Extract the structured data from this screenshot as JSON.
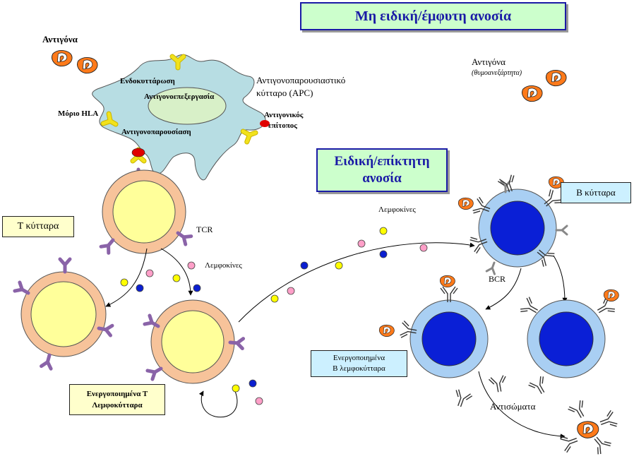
{
  "titles": {
    "innate": "Μη ειδική/έμφυτη ανοσία",
    "adaptive_line1": "Ειδική/επίκτητη",
    "adaptive_line2": "ανοσία"
  },
  "labels": {
    "antigens_left": "Αντιγόνα",
    "antigens_right": "Αντιγόνα",
    "antigens_right_sub": "(θυμοανεξάρτητα)",
    "endocytosis": "Ενδοκυττάρωση",
    "antigen_processing": "Αντιγονοεπεξεργασία",
    "hla": "Μόριο HLA",
    "antigen_presentation": "Αντιγονοπαρουσίαση",
    "apc_line1": "Αντιγονοπαρουσιαστικό",
    "apc_line2": "κύτταρο (APC)",
    "epitope_line1": "Αντιγονικός",
    "epitope_line2": "επίτοπος",
    "t_cells": "Τ κύτταρα",
    "tcr": "TCR",
    "lymphokines_left": "Λεμφοκίνες",
    "lymphokines_right": "Λεμφοκίνες",
    "activated_t_line1": "Ενεργοποιημένα Τ",
    "activated_t_line2": "Λεμφοκύτταρα",
    "b_cells": "Β κύτταρα",
    "bcr": "BCR",
    "activated_b_line1": "Ενεργοποιημένα",
    "activated_b_line2": "Β λεμφοκύτταρα",
    "antibodies": "Αντισώματα"
  },
  "colors": {
    "title_bg": "#ccffcc",
    "title_text": "#1a1aa6",
    "label_box_bg": "#ffffcc",
    "b_label_box_bg": "#ccf0ff",
    "apc_fill": "#b7dde3",
    "apc_nucleus": "#d8f0c8",
    "t_membrane": "#f7c39a",
    "t_nucleus": "#ffff9a",
    "b_membrane": "#a9cff3",
    "b_nucleus": "#0a1fd6",
    "receptor_purple": "#8a63a8",
    "hla_yellow": "#f2e21c",
    "antigen_orange": "#ff7a1a",
    "epitope_red": "#e00000",
    "cyt_yellow": "#ffff00",
    "cyt_pink": "#ff9fc8",
    "cyt_blue": "#0b1fd0"
  }
}
